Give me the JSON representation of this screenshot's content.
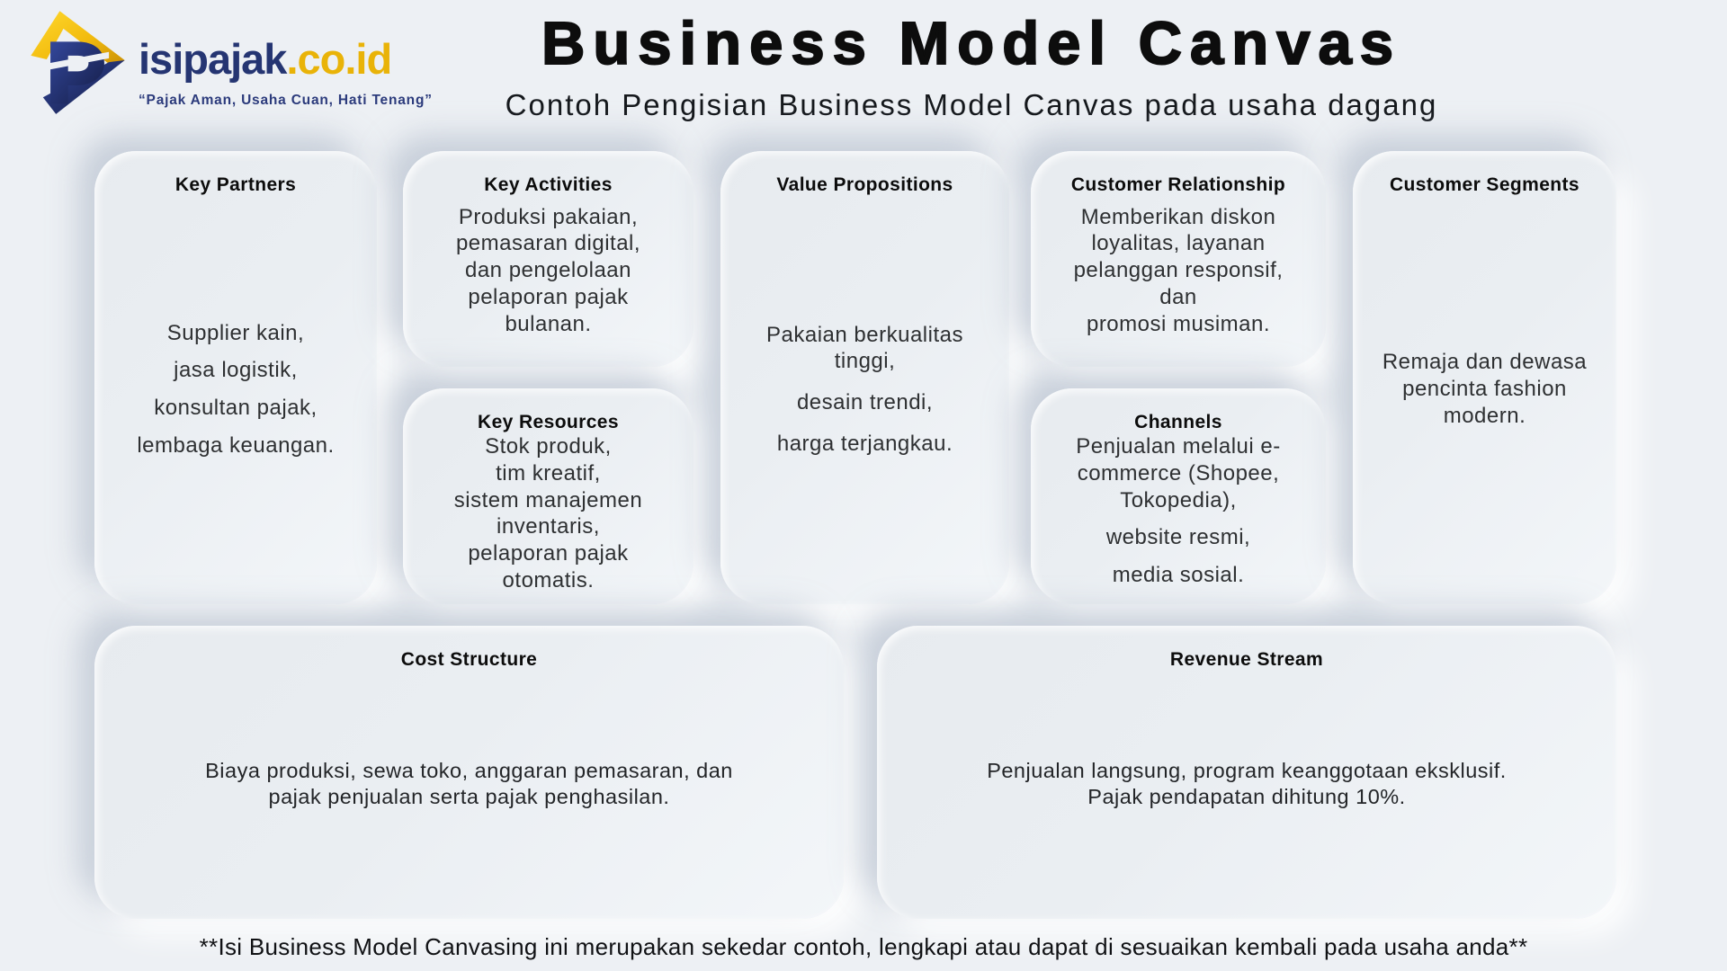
{
  "page": {
    "title": "Business Model Canvas",
    "subtitle": "Contoh Pengisian Business Model Canvas pada usaha dagang",
    "footer_note": "**Isi Business Model Canvasing ini merupakan sekedar contoh, lengkapi atau dapat di sesuaikan kembali pada usaha anda**",
    "background_color": "#edf0f4"
  },
  "brand": {
    "name_primary": "isipajak",
    "name_suffix": ".co.id",
    "tagline": "“Pajak Aman, Usaha Cuan, Hati Tenang”",
    "logo_icon": "paper-plane-p-icon",
    "colors": {
      "navy": "#253572",
      "gold": "#e9b308"
    }
  },
  "blocks": {
    "key_partners": {
      "title": "Key Partners",
      "lines": [
        "Supplier kain,",
        "jasa logistik,",
        "konsultan pajak,",
        "lembaga keuangan."
      ]
    },
    "key_activities": {
      "title": "Key Activities",
      "body": "Produksi pakaian,\npemasaran digital,\ndan pengelolaan\npelaporan pajak\nbulanan."
    },
    "key_resources": {
      "title": "Key Resources",
      "body": "Stok produk,\ntim kreatif,\nsistem manajemen\ninventaris,\npelaporan pajak\notomatis."
    },
    "value_propositions": {
      "title": "Value Propositions",
      "paragraphs": [
        "Pakaian berkualitas\ntinggi,",
        "desain trendi,",
        "harga terjangkau."
      ]
    },
    "customer_relationship": {
      "title": "Customer Relationship",
      "body": "Memberikan diskon\nloyalitas, layanan\npelanggan responsif, dan\npromosi musiman."
    },
    "channels": {
      "title": "Channels",
      "paragraphs": [
        "Penjualan melalui e-\ncommerce (Shopee,\nTokopedia),",
        "website resmi,",
        "media sosial."
      ]
    },
    "customer_segments": {
      "title": "Customer Segments",
      "body": "Remaja dan dewasa\npencinta fashion\nmodern."
    },
    "cost_structure": {
      "title": "Cost Structure",
      "body": "Biaya produksi, sewa toko, anggaran pemasaran, dan\npajak penjualan serta pajak penghasilan."
    },
    "revenue_stream": {
      "title": "Revenue Stream",
      "body": "Penjualan langsung, program keanggotaan eksklusif.\nPajak pendapatan dihitung 10%."
    }
  }
}
